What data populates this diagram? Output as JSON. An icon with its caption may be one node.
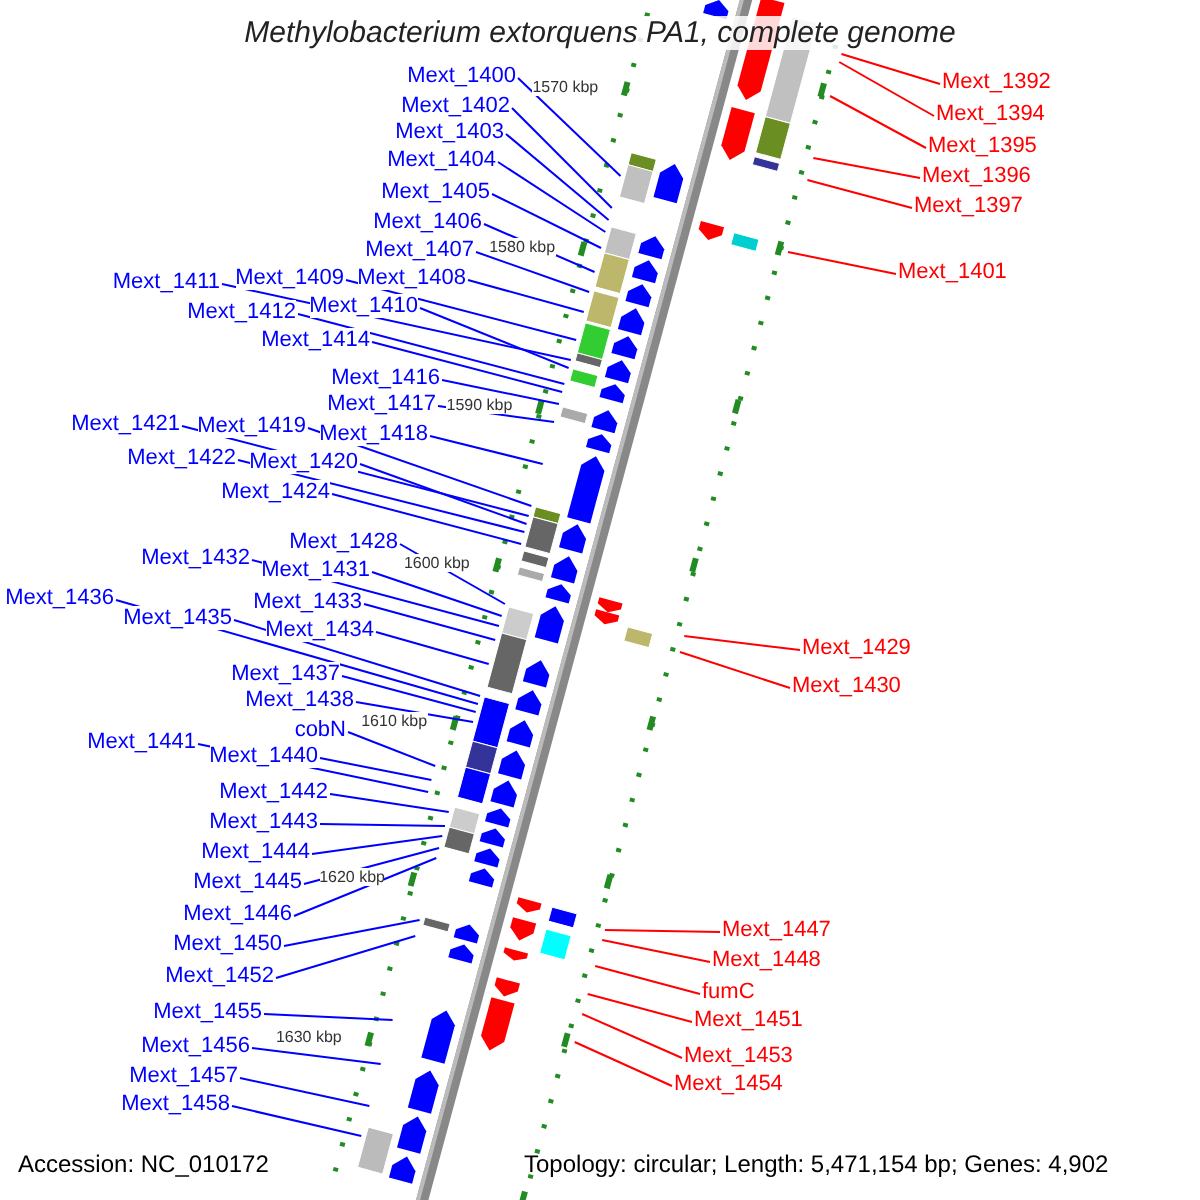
{
  "diagram": {
    "title": "Methylobacterium extorquens PA1, complete genome",
    "nodes": [
      {
        "text": [
          "Mext_1400"
        ]
      },
      {
        "text": [
          "Mext_1402"
        ]
      },
      {
        "text": [
          "Mext_1403"
        ]
      },
      {
        "text": [
          "Mext_1404"
        ]
      },
      {
        "text": [
          "Mext_1405"
        ]
      },
      {
        "text": [
          "Mext_1406"
        ]
      },
      {
        "text": [
          "Mext_1407"
        ]
      },
      {
        "text": [
          "Mext_1411"
        ]
      },
      {
        "text": [
          "Mext_1409"
        ]
      },
      {
        "text": [
          "Mext_1408"
        ]
      },
      {
        "text": [
          "Mext_1412"
        ]
      },
      {
        "text": [
          "Mext_1410"
        ]
      },
      {
        "text": [
          "Mext_1414"
        ]
      },
      {
        "text": [
          "Mext_1416"
        ]
      },
      {
        "text": [
          "Mext_1417"
        ]
      },
      {
        "text": [
          "Mext_1421"
        ]
      },
      {
        "text": [
          "Mext_1419"
        ]
      },
      {
        "text": [
          "Mext_1418"
        ]
      },
      {
        "text": [
          "Mext_1422"
        ]
      },
      {
        "text": [
          "Mext_1420"
        ]
      },
      {
        "text": [
          "Mext_1424"
        ]
      },
      {
        "text": [
          "Mext_1428"
        ]
      },
      {
        "text": [
          "Mext_1432"
        ]
      },
      {
        "text": [
          "Mext_1431"
        ]
      },
      {
        "text": [
          "Mext_1436"
        ]
      },
      {
        "text": [
          "Mext_1433"
        ]
      },
      {
        "text": [
          "Mext_1435"
        ]
      },
      {
        "text": [
          "Mext_1434"
        ]
      },
      {
        "text": [
          "Mext_1437"
        ]
      },
      {
        "text": [
          "Mext_1438"
        ]
      },
      {
        "text": [
          "cobN"
        ]
      },
      {
        "text": [
          "Mext_1441"
        ]
      },
      {
        "text": [
          "Mext_1440"
        ]
      },
      {
        "text": [
          "Mext_1442"
        ]
      },
      {
        "text": [
          "Mext_1443"
        ]
      },
      {
        "text": [
          "Mext_1444"
        ]
      },
      {
        "text": [
          "Mext_1445"
        ]
      },
      {
        "text": [
          "Mext_1446"
        ]
      },
      {
        "text": [
          "Mext_1450"
        ]
      },
      {
        "text": [
          "Mext_1452"
        ]
      },
      {
        "text": [
          "Mext_1455"
        ]
      },
      {
        "text": [
          "Mext_1456"
        ]
      },
      {
        "text": [
          "Mext_1457"
        ]
      },
      {
        "text": [
          "Mext_1458"
        ]
      },
      {
        "text": [
          "Mext_1392"
        ]
      },
      {
        "text": [
          "Mext_1394"
        ]
      },
      {
        "text": [
          "Mext_1395"
        ]
      },
      {
        "text": [
          "Mext_1396"
        ]
      },
      {
        "text": [
          "Mext_1397"
        ]
      },
      {
        "text": [
          "Mext_1401"
        ]
      },
      {
        "text": [
          "Mext_1429"
        ]
      },
      {
        "text": [
          "Mext_1430"
        ]
      },
      {
        "text": [
          "Mext_1447"
        ]
      },
      {
        "text": [
          "Mext_1448"
        ]
      },
      {
        "text": [
          "fumC"
        ]
      },
      {
        "text": [
          "Mext_1451"
        ]
      },
      {
        "text": [
          "Mext_1453"
        ]
      },
      {
        "text": [
          "Mext_1454"
        ]
      }
    ],
    "edges": [
      {
        "from": 0,
        "to": null,
        "arrow": "none"
      },
      {
        "from": 1,
        "to": null,
        "arrow": "none"
      },
      {
        "from": 2,
        "to": null,
        "arrow": "none"
      },
      {
        "from": 3,
        "to": null,
        "arrow": "none"
      },
      {
        "from": 4,
        "to": null,
        "arrow": "none"
      },
      {
        "from": 5,
        "to": null,
        "arrow": "none"
      },
      {
        "from": 6,
        "to": null,
        "arrow": "none"
      },
      {
        "from": 7,
        "to": null,
        "arrow": "none"
      },
      {
        "from": 8,
        "to": null,
        "arrow": "none"
      },
      {
        "from": 9,
        "to": null,
        "arrow": "none"
      },
      {
        "from": 10,
        "to": null,
        "arrow": "none"
      },
      {
        "from": 11,
        "to": null,
        "arrow": "none"
      },
      {
        "from": 12,
        "to": null,
        "arrow": "none"
      },
      {
        "from": 13,
        "to": null,
        "arrow": "none"
      },
      {
        "from": 14,
        "to": null,
        "arrow": "none"
      },
      {
        "from": 15,
        "to": null,
        "arrow": "none"
      },
      {
        "from": 16,
        "to": null,
        "arrow": "none"
      },
      {
        "from": 17,
        "to": null,
        "arrow": "none"
      },
      {
        "from": 18,
        "to": null,
        "arrow": "none"
      },
      {
        "from": 19,
        "to": null,
        "arrow": "none"
      },
      {
        "from": 20,
        "to": null,
        "arrow": "none"
      },
      {
        "from": 21,
        "to": null,
        "arrow": "none"
      },
      {
        "from": 22,
        "to": null,
        "arrow": "none"
      },
      {
        "from": 23,
        "to": null,
        "arrow": "none"
      },
      {
        "from": 24,
        "to": null,
        "arrow": "none"
      },
      {
        "from": 25,
        "to": null,
        "arrow": "none"
      },
      {
        "from": 26,
        "to": null,
        "arrow": "none"
      },
      {
        "from": 27,
        "to": null,
        "arrow": "none"
      },
      {
        "from": 28,
        "to": null,
        "arrow": "none"
      },
      {
        "from": 29,
        "to": null,
        "arrow": "none"
      },
      {
        "from": 30,
        "to": null,
        "arrow": "none"
      },
      {
        "from": 31,
        "to": null,
        "arrow": "none"
      },
      {
        "from": 32,
        "to": null,
        "arrow": "none"
      },
      {
        "from": 33,
        "to": null,
        "arrow": "none"
      },
      {
        "from": 34,
        "to": null,
        "arrow": "none"
      },
      {
        "from": 35,
        "to": null,
        "arrow": "none"
      },
      {
        "from": 36,
        "to": null,
        "arrow": "none"
      },
      {
        "from": 37,
        "to": null,
        "arrow": "none"
      },
      {
        "from": 38,
        "to": null,
        "arrow": "none"
      },
      {
        "from": 39,
        "to": null,
        "arrow": "none"
      },
      {
        "from": 40,
        "to": null,
        "arrow": "none"
      },
      {
        "from": 41,
        "to": null,
        "arrow": "none"
      },
      {
        "from": 42,
        "to": null,
        "arrow": "none"
      },
      {
        "from": 43,
        "to": null,
        "arrow": "none"
      },
      {
        "from": 44,
        "to": null,
        "arrow": "none",
        "color": "#ff0000"
      },
      {
        "from": 45,
        "to": null,
        "arrow": "none",
        "color": "#ff0000"
      },
      {
        "from": 46,
        "to": null,
        "arrow": "none",
        "color": "#ff0000"
      },
      {
        "from": 47,
        "to": null,
        "arrow": "none",
        "color": "#ff0000"
      },
      {
        "from": 48,
        "to": null,
        "arrow": "none",
        "color": "#ff0000"
      },
      {
        "from": 49,
        "to": null,
        "arrow": "none",
        "color": "#ff0000"
      },
      {
        "from": 50,
        "to": null,
        "arrow": "none",
        "color": "#ff0000"
      },
      {
        "from": 51,
        "to": null,
        "arrow": "none",
        "color": "#ff0000"
      },
      {
        "from": 52,
        "to": null,
        "arrow": "none",
        "color": "#ff0000"
      },
      {
        "from": 53,
        "to": null,
        "arrow": "none",
        "color": "#ff0000"
      },
      {
        "from": 54,
        "to": null,
        "arrow": "none",
        "color": "#ff0000"
      },
      {
        "from": 55,
        "to": null,
        "arrow": "none",
        "color": "#ff0000"
      },
      {
        "from": 56,
        "to": null,
        "arrow": "none",
        "color": "#ff0000"
      },
      {
        "from": 57,
        "to": null,
        "arrow": "none",
        "color": "#ff0000"
      }
    ],
    "labels": [
      "1570 kbp",
      "1580 kbp",
      "1590 kbp",
      "1600 kbp",
      "1610 kbp",
      "1620 kbp",
      "1630 kbp",
      "Accession: NC_010172",
      "Topology: circular; Length: 5,471,154 bp; Genes: 4,902"
    ]
  }
}
